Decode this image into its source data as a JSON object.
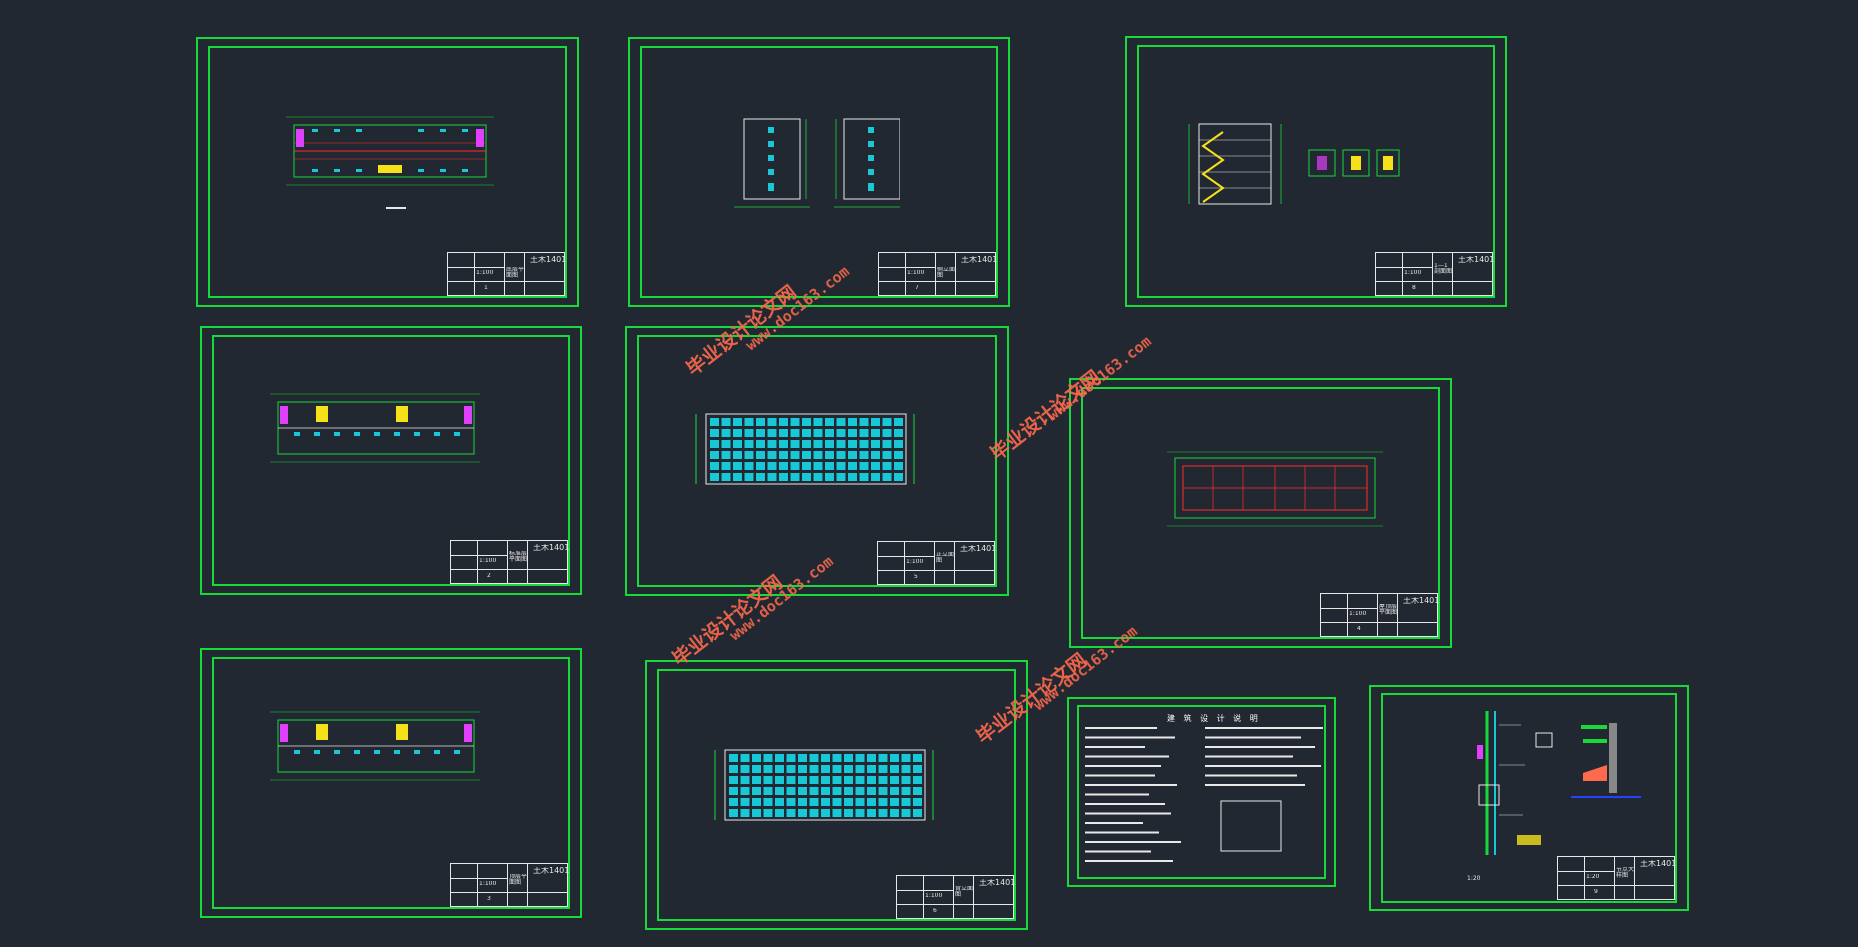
{
  "sheets": [
    {
      "id": "sheet-1",
      "code": "土木1401",
      "scale": "1:100",
      "num": "1",
      "title": "底层平面图"
    },
    {
      "id": "sheet-7",
      "code": "土木1401",
      "scale": "1:100",
      "num": "7",
      "title": "侧立面图"
    },
    {
      "id": "sheet-8",
      "code": "土木1401",
      "scale": "1:100",
      "num": "8",
      "title": "1—1剖面图"
    },
    {
      "id": "sheet-2",
      "code": "土木1401",
      "scale": "1:100",
      "num": "2",
      "title": "标准层平面图"
    },
    {
      "id": "sheet-5",
      "code": "土木1401",
      "scale": "1:100",
      "num": "5",
      "title": "正立面图"
    },
    {
      "id": "sheet-4",
      "code": "土木1401",
      "scale": "1:100",
      "num": "4",
      "title": "屋顶层平面图"
    },
    {
      "id": "sheet-3",
      "code": "土木1401",
      "scale": "1:100",
      "num": "3",
      "title": "顶层平面图"
    },
    {
      "id": "sheet-6",
      "code": "土木1401",
      "scale": "1:100",
      "num": "6",
      "title": "背立面图"
    },
    {
      "id": "sheet-9",
      "code": "土木1401",
      "scale": "1:20",
      "num": "9",
      "title": "节点大样图"
    }
  ],
  "notes_sheet": {
    "title": "建 筑 设 计 说 明"
  },
  "detail_label": "1:20",
  "watermarks": [
    {
      "cn": "毕业设计论文网",
      "url": "www.doc163.com"
    },
    {
      "cn": "毕业设计论文网",
      "url": "www.doc163.com"
    },
    {
      "cn": "毕业设计论文网",
      "url": "www.doc163.com"
    },
    {
      "cn": "毕业设计论文网",
      "url": "www.doc163.com"
    }
  ],
  "colors": {
    "background": "#222831",
    "frame": "#16d93a",
    "window": "#19c8d6",
    "column": "#e040fb",
    "stair": "#f5e11a",
    "grid": "#ff2b2b",
    "watermark": "#ff6a4d"
  }
}
